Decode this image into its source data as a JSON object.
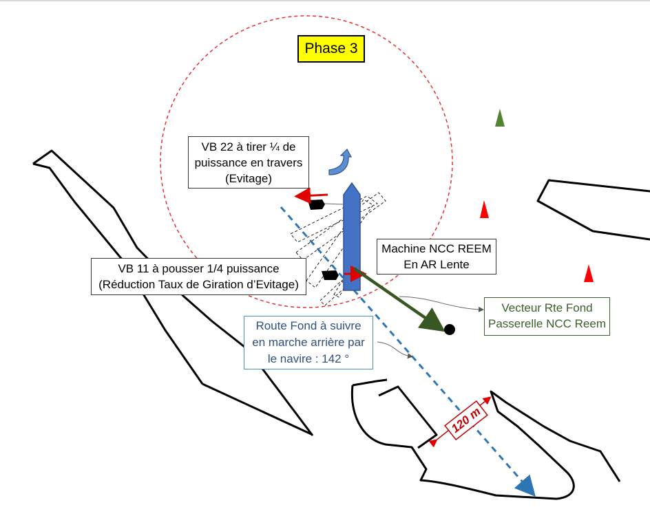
{
  "diagram": {
    "phase_label": "Phase 3",
    "vb22_note": {
      "lines": [
        "VB 22 à tirer ¼ de",
        "puissance en travers",
        "(Evitage)"
      ]
    },
    "vb11_note": {
      "lines": [
        "VB 11 à pousser 1/4 puissance",
        "(Réduction Taux de Giration d’Evitage)"
      ]
    },
    "machine_note": {
      "lines": [
        "Machine NCC REEM",
        "En AR Lente"
      ]
    },
    "route_note": {
      "lines": [
        "Route Fond à suivre",
        "en marche arrière par",
        "le navire : 142 °"
      ]
    },
    "vector_note": {
      "lines": [
        "Vecteur Rte Fond",
        "Passerelle NCC Reem"
      ]
    },
    "distance_label": "120 m",
    "colors": {
      "turning_circle": "#e53030",
      "ship": "#4472c4",
      "route": "#2e75b6",
      "vector_arrow": "#385723",
      "buoy_red": "#ff0000",
      "buoy_green": "#548235",
      "thrust_arrow": "#e00000",
      "phase_bg": "#ffff00"
    },
    "icons": [
      "ship-hull",
      "tug",
      "rotation-arrow-icon",
      "red-buoy",
      "green-buoy",
      "anchor-point"
    ]
  }
}
